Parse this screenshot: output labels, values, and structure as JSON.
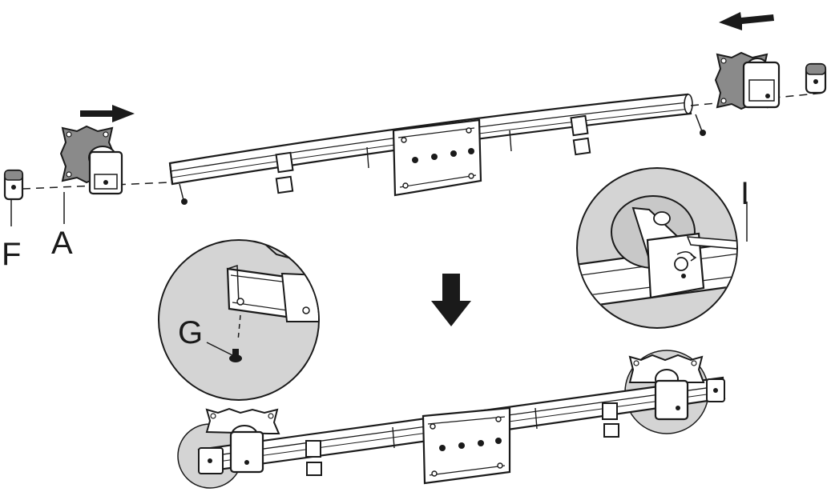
{
  "labels": {
    "f": "F",
    "a": "A",
    "g": "G",
    "i": "I"
  },
  "colors": {
    "ink": "#1a1a1a",
    "plate": "#8a8a8a",
    "zoom": "#d4d4d4",
    "highlight": "#c8c8c8",
    "paper": "#ffffff"
  }
}
